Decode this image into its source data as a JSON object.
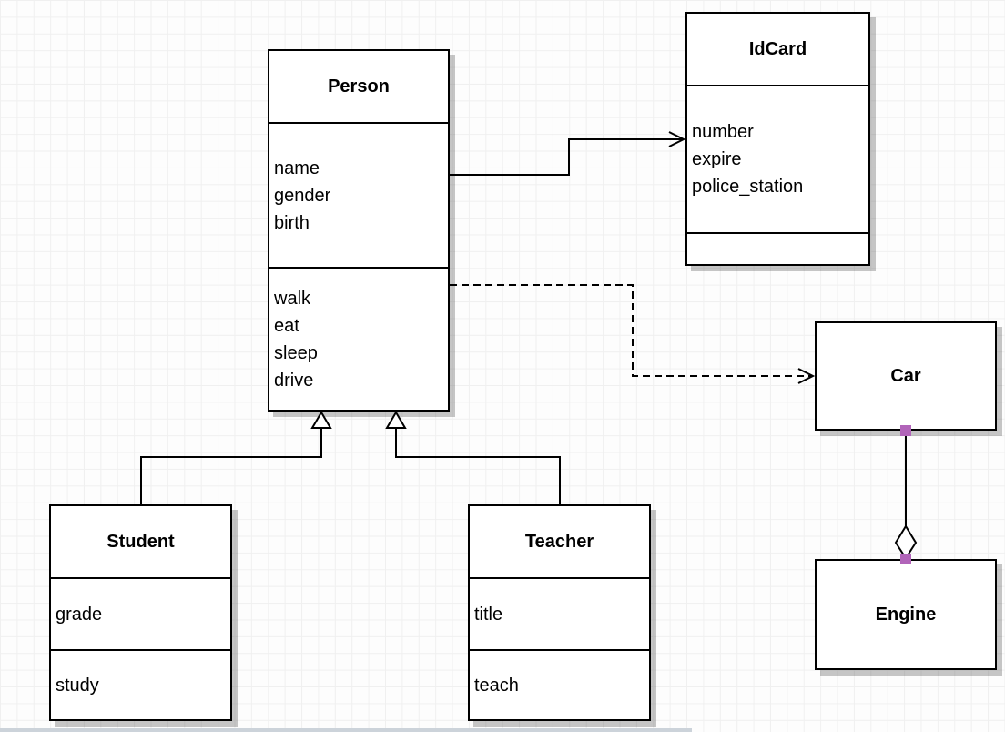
{
  "diagram": {
    "kind": "uml-class-diagram",
    "classes": [
      {
        "id": "person",
        "name": "Person",
        "attributes": [
          "name",
          "gender",
          "birth"
        ],
        "methods": [
          "walk",
          "eat",
          "sleep",
          "drive"
        ]
      },
      {
        "id": "idcard",
        "name": "IdCard",
        "attributes": [
          "number",
          "expire",
          "police_station"
        ],
        "methods": []
      },
      {
        "id": "car",
        "name": "Car",
        "attributes": [],
        "methods": []
      },
      {
        "id": "engine",
        "name": "Engine",
        "attributes": [],
        "methods": []
      },
      {
        "id": "student",
        "name": "Student",
        "attributes": [
          "grade"
        ],
        "methods": [
          "study"
        ]
      },
      {
        "id": "teacher",
        "name": "Teacher",
        "attributes": [
          "title"
        ],
        "methods": [
          "teach"
        ]
      }
    ],
    "relationships": [
      {
        "from": "Person",
        "to": "IdCard",
        "type": "association",
        "line": "solid",
        "arrow": "open"
      },
      {
        "from": "Person",
        "to": "Car",
        "type": "dependency",
        "line": "dashed",
        "arrow": "open"
      },
      {
        "from": "Student",
        "to": "Person",
        "type": "generalization",
        "line": "solid",
        "arrow": "hollow-triangle"
      },
      {
        "from": "Teacher",
        "to": "Person",
        "type": "generalization",
        "line": "solid",
        "arrow": "hollow-triangle"
      },
      {
        "from": "Car",
        "to": "Engine",
        "type": "aggregation",
        "line": "solid",
        "arrow": "hollow-diamond"
      }
    ],
    "colors": {
      "box_fill": "#ffffff",
      "box_border": "#000000",
      "shadow": "#c6c6c6",
      "grid_line": "#f0f0f0",
      "background": "#fdfdfd",
      "endpoint_handle": "#b164b9"
    }
  }
}
